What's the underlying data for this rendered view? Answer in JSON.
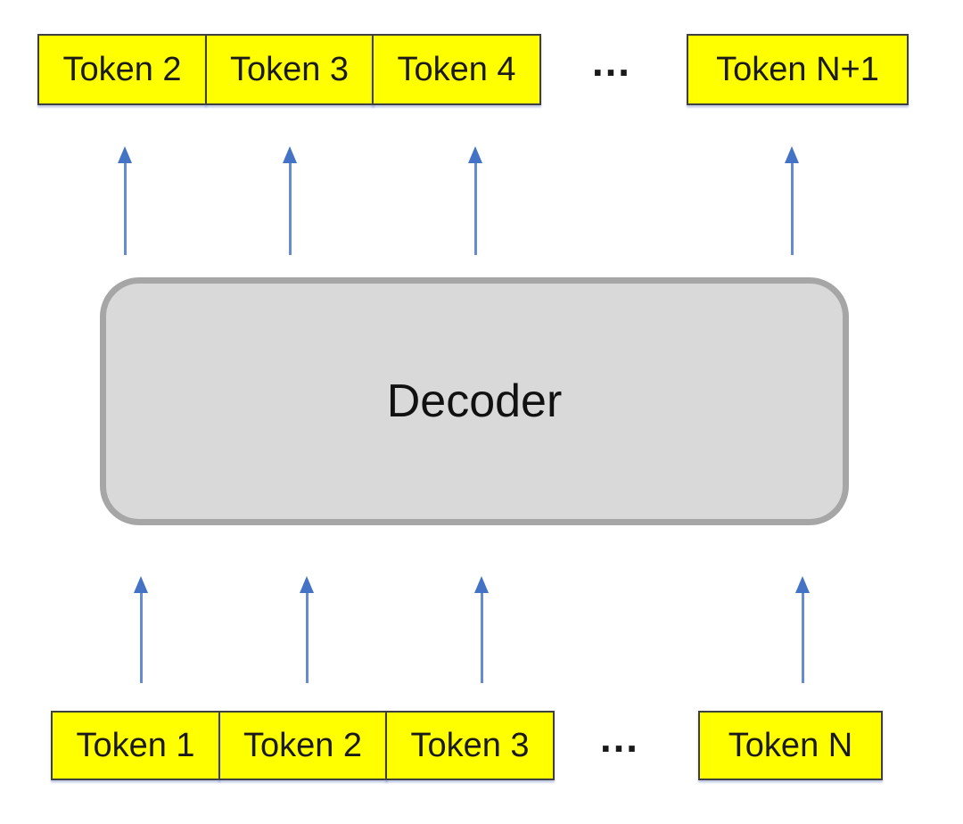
{
  "diagram": {
    "decoder": {
      "label": "Decoder"
    },
    "top_row": {
      "tokens": [
        "Token 2",
        "Token 3",
        "Token 4"
      ],
      "ellipsis": "…",
      "last_token": "Token N+1"
    },
    "bottom_row": {
      "tokens": [
        "Token 1",
        "Token 2",
        "Token 3"
      ],
      "ellipsis": "…",
      "last_token": "Token N"
    },
    "colors": {
      "bg": "#ffffff",
      "yellow": "#ffff00",
      "box-border": "#3f3f3f",
      "arrow": "#4472c4",
      "decoder-fill": "#d9d9d9",
      "decoder-border": "#a6a6a6",
      "ink": "#1a1a1a"
    }
  }
}
